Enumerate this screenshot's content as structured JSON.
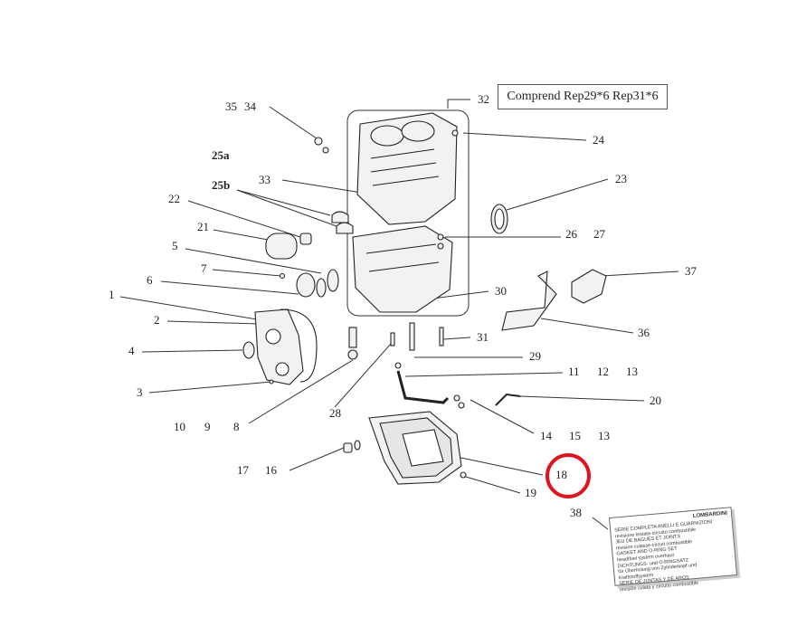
{
  "diagram": {
    "note": "Comprend Rep29*6 Rep31*6",
    "highlight_color": "#e0141e",
    "highlighted_label": "18",
    "labels": [
      "35",
      "34",
      "32",
      "24",
      "25a",
      "33",
      "25b",
      "23",
      "22",
      "21",
      "26",
      "27",
      "5",
      "7",
      "37",
      "6",
      "30",
      "1",
      "2",
      "36",
      "31",
      "4",
      "29",
      "11",
      "12",
      "13",
      "3",
      "20",
      "28",
      "10",
      "9",
      "8",
      "14",
      "15",
      "13",
      "17",
      "16",
      "18",
      "19",
      "38"
    ],
    "kit": {
      "brand": "LOMBARDINI",
      "lines": [
        "SERIE COMPLETA ANELLI E GUARNIZIONI",
        "revisione testata-circuito combustibile",
        "JEU DE BAGUES ET JOINTS",
        "revision culasse-circuit combustible",
        "GASKET AND O-RING SET",
        "head/fuel system overhaul",
        "DICHTUNGS- und O-RINGSATZ",
        "für Überholung von Zylinderkopf und Kraftstoffsystem",
        "SERIE DE JUNTAS Y DE AROS",
        "revisión culata y circuito combustible"
      ]
    }
  }
}
